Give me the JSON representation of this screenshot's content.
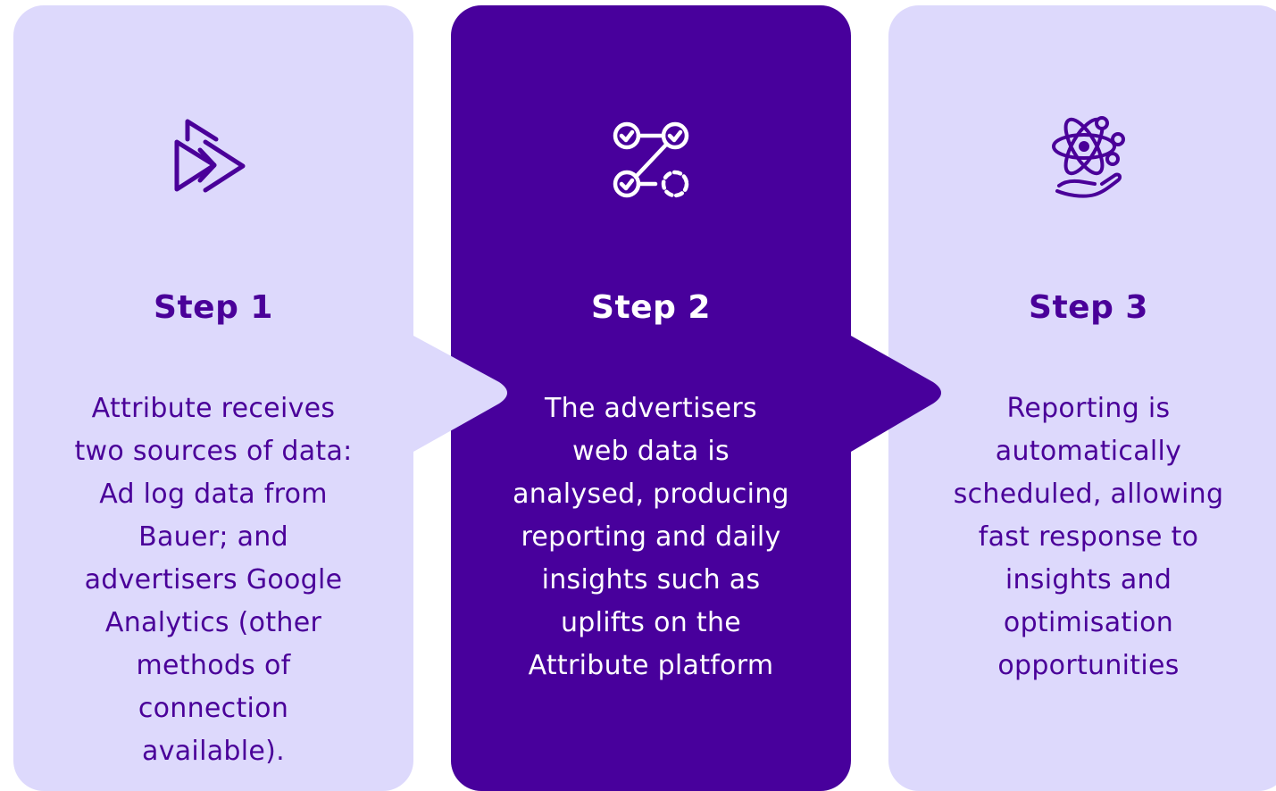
{
  "colors": {
    "light_card": "#ddd9fc",
    "dark_card": "#48009c",
    "light_text": "#4a0099",
    "dark_text": "#ffffff"
  },
  "steps": [
    {
      "title": "Step 1",
      "icon": "fast-forward-play-icon",
      "lines": [
        "Attribute receives",
        "two sources of data:",
        "Ad log data from",
        "Bauer;  and",
        "advertisers Google",
        "Analytics (other",
        "methods of",
        "connection",
        "available)."
      ]
    },
    {
      "title": "Step 2",
      "icon": "workflow-checklist-icon",
      "lines": [
        "The advertisers",
        "web data is",
        "analysed, producing",
        "reporting and daily",
        "insights such as",
        "uplifts on the",
        "Attribute platform"
      ]
    },
    {
      "title": "Step 3",
      "icon": "atom-hand-icon",
      "lines": [
        "Reporting is",
        "automatically",
        "scheduled, allowing",
        "fast response to",
        "insights and",
        "optimisation",
        "opportunities"
      ]
    }
  ]
}
